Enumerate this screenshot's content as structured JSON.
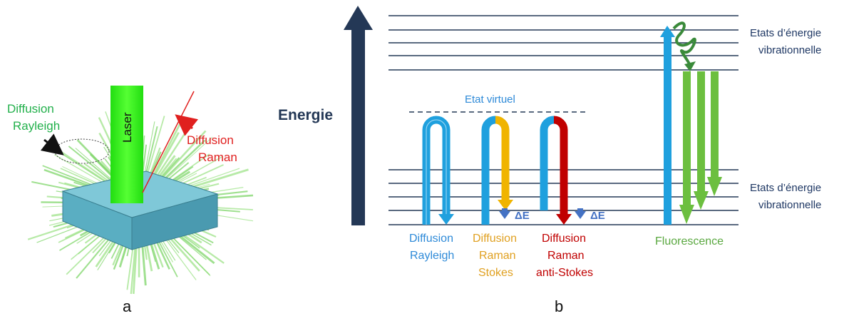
{
  "panel_a": {
    "caption": "a",
    "laser_label": "Laser",
    "rayleigh_label": [
      "Diffusion",
      "Rayleigh"
    ],
    "raman_label": [
      "Diffusion",
      "Raman"
    ],
    "colors": {
      "green_text": "#22b04b",
      "red_text": "#e0201f",
      "beam": "#33ee22",
      "sample": "#4aa0b8"
    }
  },
  "panel_b": {
    "caption": "b",
    "energy_label": "Energie",
    "virtual_state_label": "Etat virtuel",
    "upper_states_label": [
      "Etats d’énergie",
      "vibrationnelle"
    ],
    "lower_states_label": [
      "Etats d’énergie",
      "vibrationnelle"
    ],
    "delta_e": "ΔE",
    "process_labels": {
      "rayleigh": [
        "Diffusion",
        "Rayleigh"
      ],
      "stokes": [
        "Diffusion",
        "Raman",
        "Stokes"
      ],
      "antistokes": [
        "Diffusion",
        "Raman",
        "anti-Stokes"
      ],
      "fluorescence": "Fluorescence"
    },
    "colors": {
      "navy": "#243856",
      "blue": "#1fa0de",
      "orange": "#f0b400",
      "red": "#c00000",
      "green": "#6cbf3f",
      "dark_green": "#3a8a3a",
      "arrow_blue": "#4472c4",
      "rayleigh_text": "#2e8ad8",
      "stokes_text": "#e0a020",
      "antistokes_text": "#c00000",
      "fluor_text": "#5aa840",
      "state_text": "#1f3864"
    }
  }
}
